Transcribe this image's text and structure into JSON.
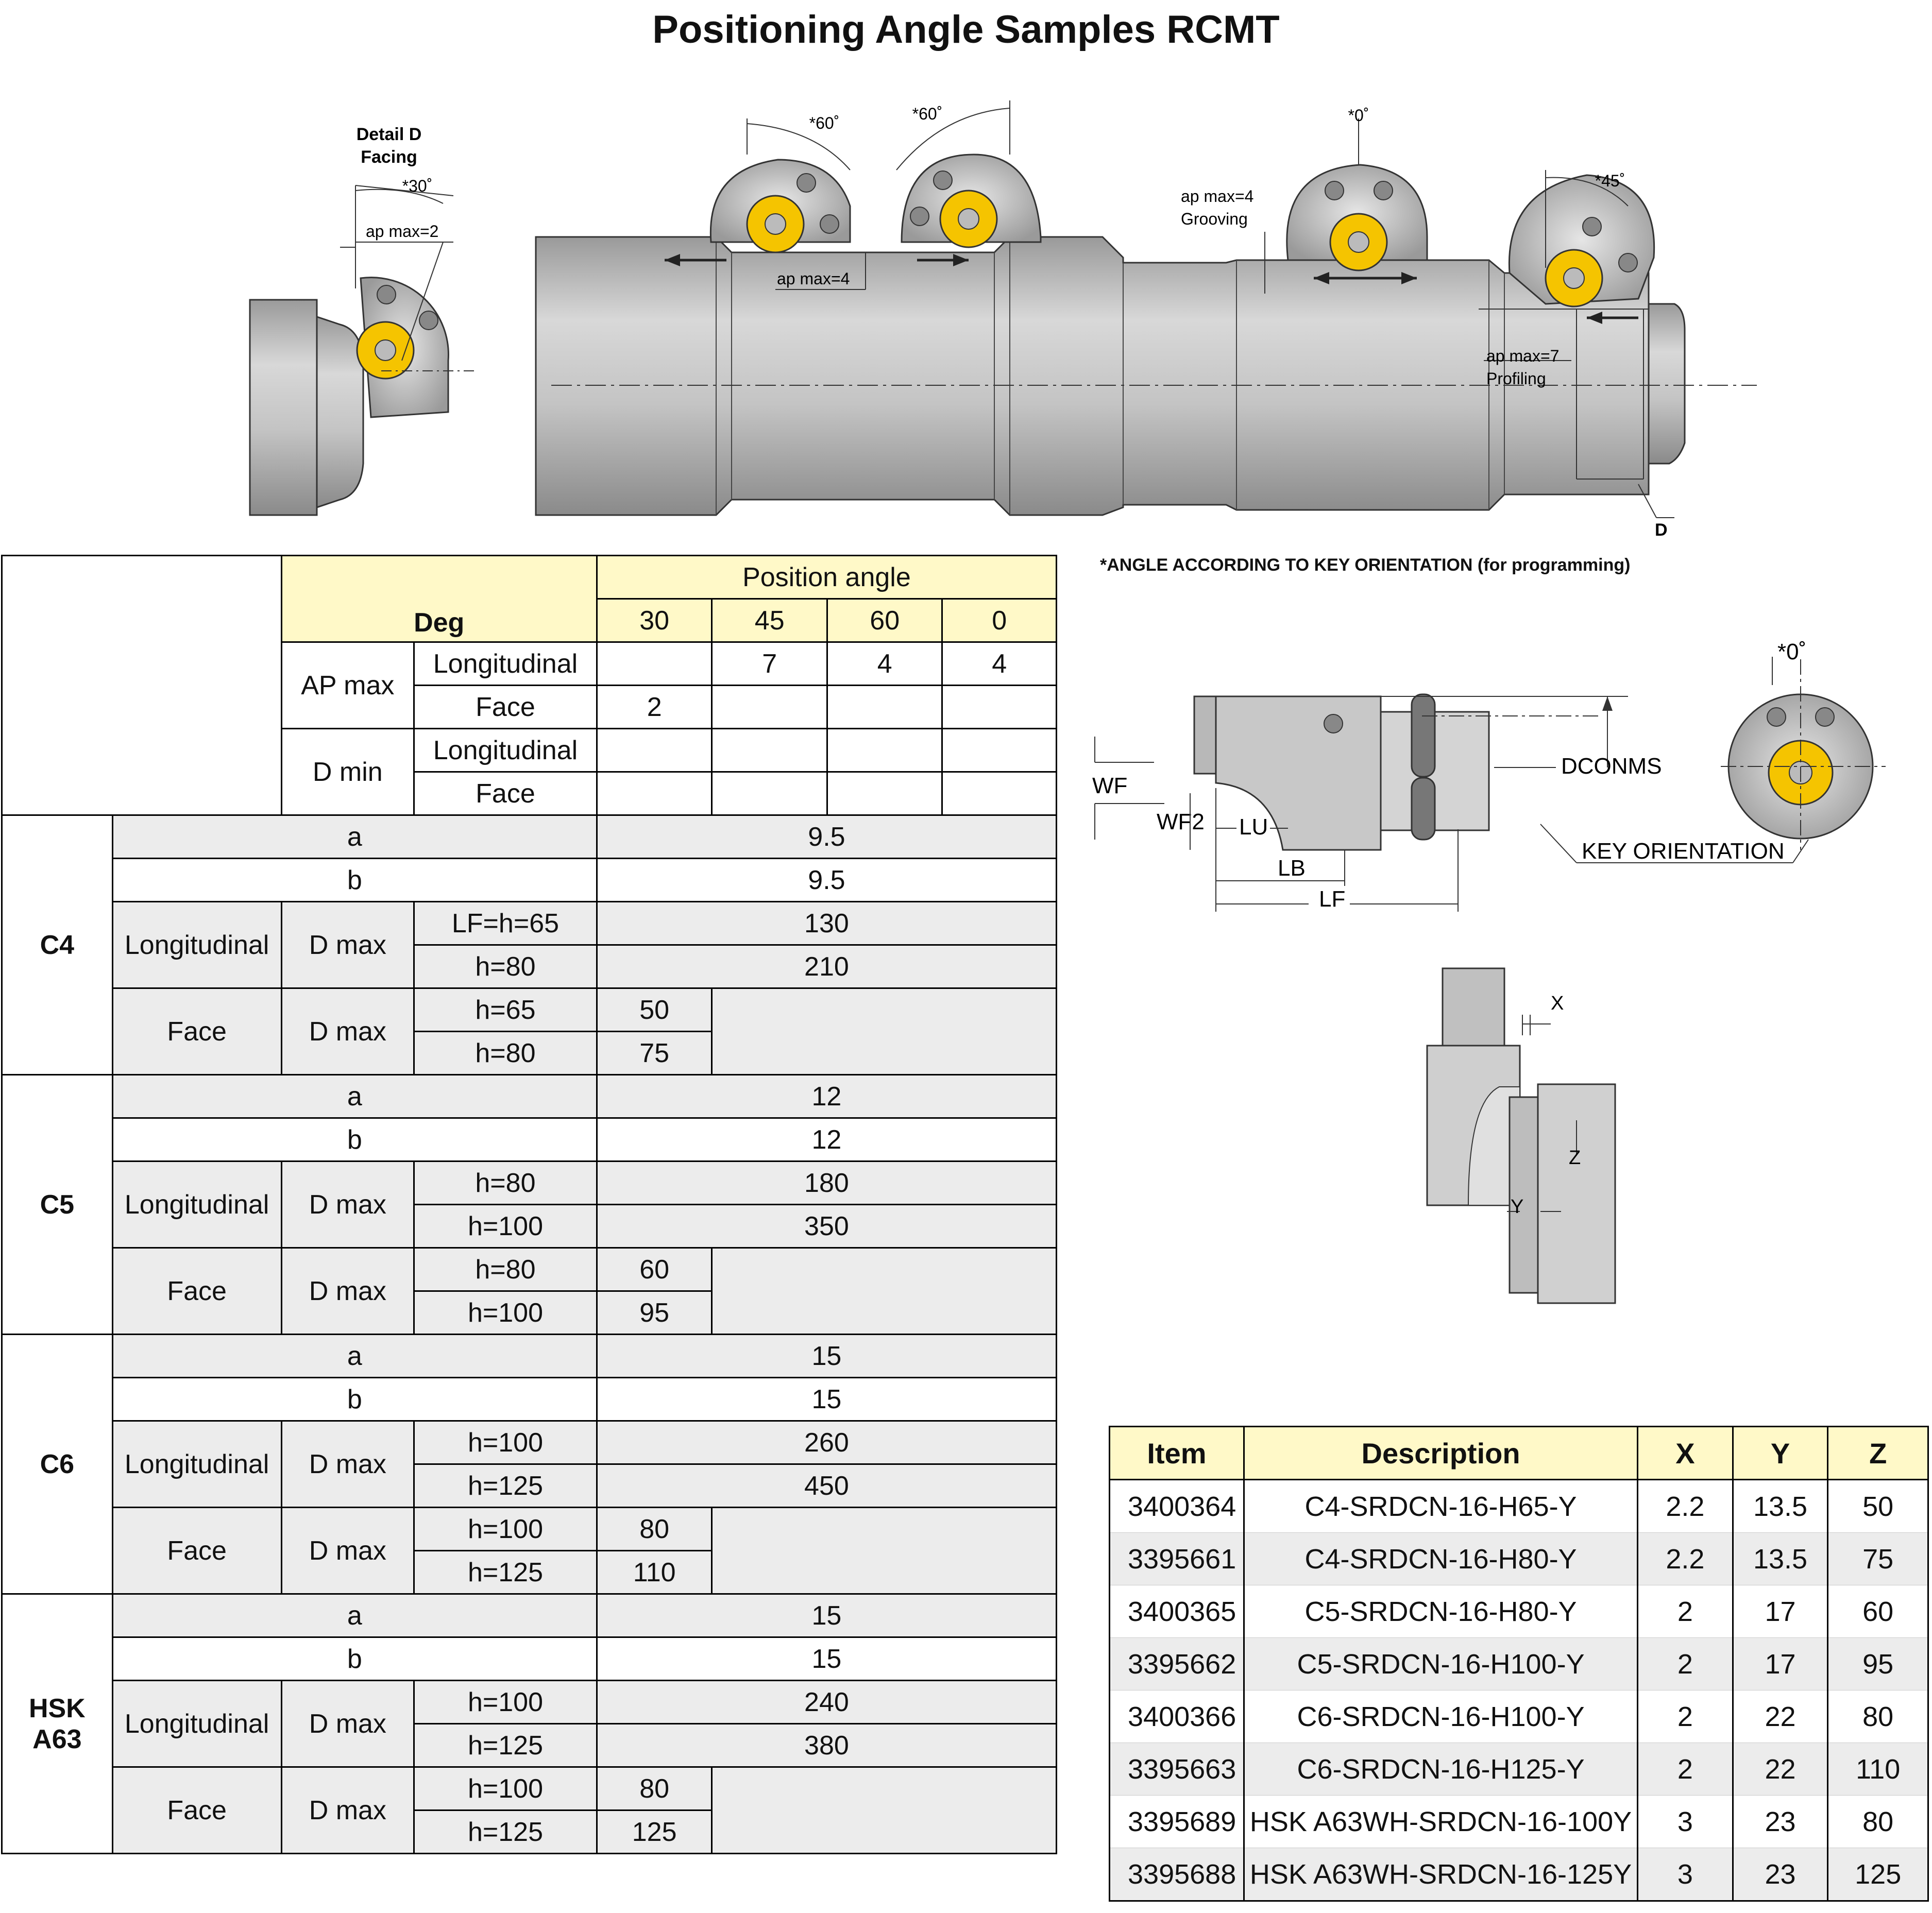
{
  "title": "Positioning Angle Samples RCMT",
  "note": "*ANGLE ACCORDING TO KEY ORIENTATION (for programming)",
  "diagram_labels": {
    "detail_d": "Detail D",
    "facing": "Facing",
    "angle_30": "*30˚",
    "ap_max_2": "ap max=2",
    "angle_60a": "*60˚",
    "angle_60b": "*60˚",
    "ap_max_4": "ap max=4",
    "ap_max_4_grooving": "ap max=4",
    "grooving": "Grooving",
    "angle_0": "*0˚",
    "angle_45": "*45˚",
    "ap_max_7": "ap max=7",
    "profiling": "Profiling",
    "d": "D",
    "wf": "WF",
    "wf2": "WF2",
    "lu": "LU",
    "lb": "LB",
    "lf": "LF",
    "dconms": "DCONMS",
    "key_orientation": "KEY ORIENTATION",
    "angle_0b": "*0˚",
    "x": "X",
    "y": "Y",
    "z": "Z"
  },
  "spec_table": {
    "position_angle": "Position angle",
    "deg": "Deg",
    "angles": [
      "30",
      "45",
      "60",
      "0"
    ],
    "ap_max": "AP max",
    "d_min": "D min",
    "longitudinal": "Longitudinal",
    "face": "Face",
    "ap_longitudinal": [
      "",
      "7",
      "4",
      "4"
    ],
    "ap_face": [
      "2",
      "",
      "",
      ""
    ],
    "a": "a",
    "b": "b",
    "dmax": "D max",
    "groups": [
      {
        "name": "C4",
        "a": "9.5",
        "b": "9.5",
        "long": [
          [
            "LF=h=65",
            "130"
          ],
          [
            "h=80",
            "210"
          ]
        ],
        "face": [
          [
            "h=65",
            "50"
          ],
          [
            "h=80",
            "75"
          ]
        ]
      },
      {
        "name": "C5",
        "a": "12",
        "b": "12",
        "long": [
          [
            "h=80",
            "180"
          ],
          [
            "h=100",
            "350"
          ]
        ],
        "face": [
          [
            "h=80",
            "60"
          ],
          [
            "h=100",
            "95"
          ]
        ]
      },
      {
        "name": "C6",
        "a": "15",
        "b": "15",
        "long": [
          [
            "h=100",
            "260"
          ],
          [
            "h=125",
            "450"
          ]
        ],
        "face": [
          [
            "h=100",
            "80"
          ],
          [
            "h=125",
            "110"
          ]
        ]
      },
      {
        "name1": "HSK",
        "name2": "A63",
        "a": "15",
        "b": "15",
        "long": [
          [
            "h=100",
            "240"
          ],
          [
            "h=125",
            "380"
          ]
        ],
        "face": [
          [
            "h=100",
            "80"
          ],
          [
            "h=125",
            "125"
          ]
        ]
      }
    ]
  },
  "items_table": {
    "headers": [
      "Item",
      "Description",
      "X",
      "Y",
      "Z"
    ],
    "rows": [
      [
        "3400364",
        "C4-SRDCN-16-H65-Y",
        "2.2",
        "13.5",
        "50"
      ],
      [
        "3395661",
        "C4-SRDCN-16-H80-Y",
        "2.2",
        "13.5",
        "75"
      ],
      [
        "3400365",
        "C5-SRDCN-16-H80-Y",
        "2",
        "17",
        "60"
      ],
      [
        "3395662",
        "C5-SRDCN-16-H100-Y",
        "2",
        "17",
        "95"
      ],
      [
        "3400366",
        "C6-SRDCN-16-H100-Y",
        "2",
        "22",
        "80"
      ],
      [
        "3395663",
        "C6-SRDCN-16-H125-Y",
        "2",
        "22",
        "110"
      ],
      [
        "3395689",
        "HSK A63WH-SRDCN-16-100Y",
        "3",
        "23",
        "80"
      ],
      [
        "3395688",
        "HSK A63WH-SRDCN-16-125Y",
        "3",
        "23",
        "125"
      ]
    ]
  },
  "colors": {
    "header_yellow": "#fff9c8",
    "row_gray": "#ececec",
    "insert_yellow": "#f5c400",
    "metal": "#c8c8c8"
  }
}
